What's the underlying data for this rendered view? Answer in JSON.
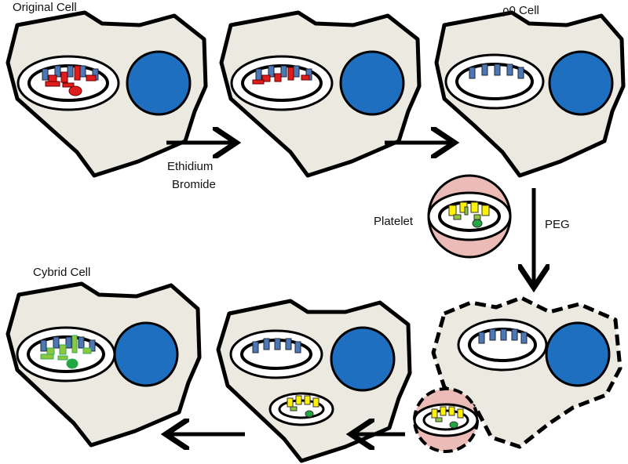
{
  "labels": {
    "original_cell": "Original Cell",
    "rho0_cell": "ρ0 Cell",
    "cybrid_cell": "Cybrid Cell",
    "ethidium": "Ethidium",
    "bromide": "Bromide",
    "platelet": "Platelet",
    "peg": "PEG"
  },
  "colors": {
    "cytoplasm": "#ECE9E0",
    "outline": "#000000",
    "nucleus": "#1F6FC1",
    "nuclear_gene": "#4A79B8",
    "mito_dna_original": "#E01D1D",
    "mito_dna_platelet": "#FFF200",
    "mito_dna_platelet_inner": "#8DC63F",
    "mito_dna_cybrid": "#8DC63F",
    "platelet_fill": "#EBBBB7"
  },
  "icons": [
    "arrow-right-icon",
    "arrow-left-icon",
    "arrow-down-icon"
  ]
}
